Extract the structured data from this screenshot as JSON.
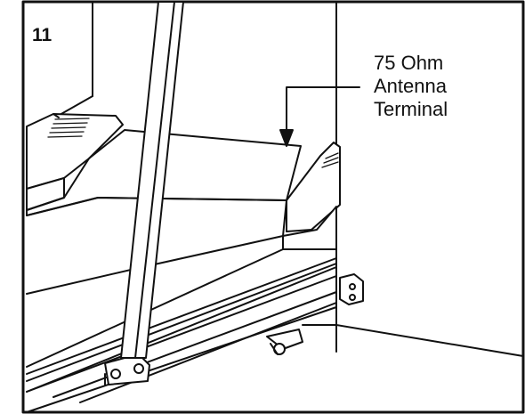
{
  "figure": {
    "step_number": "11",
    "callout": {
      "lines": [
        "75 Ohm",
        "Antenna",
        "Terminal"
      ]
    }
  },
  "colors": {
    "ink": "#111111",
    "paper": "#ffffff"
  },
  "icons": [
    "antenna-terminal-bracket-icon",
    "leg-clip-icon",
    "callout-arrow-icon"
  ]
}
